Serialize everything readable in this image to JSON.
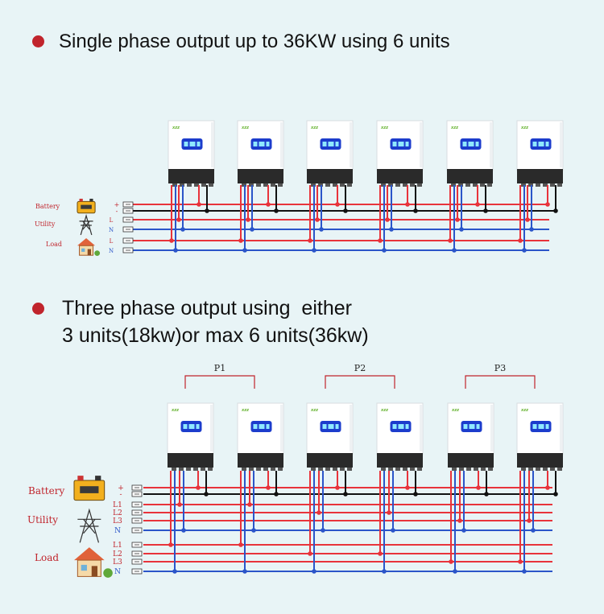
{
  "heading_single": "Single phase output up to 36KW using 6 units",
  "heading_three_line1": "Three phase output using  either",
  "heading_three_line2": "3 units(18kw)or max 6 units(36kw)",
  "inverter_brand": "xzz",
  "diagram1": {
    "labels": {
      "battery": "Battery",
      "utility": "Utility",
      "load": "Load"
    },
    "terminals": {
      "plus": "+",
      "minus": "-",
      "L": "L",
      "N": "N"
    }
  },
  "diagram2": {
    "labels": {
      "battery": "Battery",
      "utility": "Utility",
      "load": "Load"
    },
    "groups": [
      "P1",
      "P2",
      "P3"
    ],
    "terminals": {
      "plus": "+",
      "minus": "-",
      "L1": "L1",
      "L2": "L2",
      "L3": "L3",
      "N": "N"
    }
  },
  "colors": {
    "background": "#e8f4f6",
    "bullet": "#c0242c",
    "wire_red": "#e8333b",
    "wire_blue": "#2b55c9",
    "wire_black": "#111111",
    "screen_blue": "#1c3ccc",
    "brand_green": "#6ab536"
  }
}
